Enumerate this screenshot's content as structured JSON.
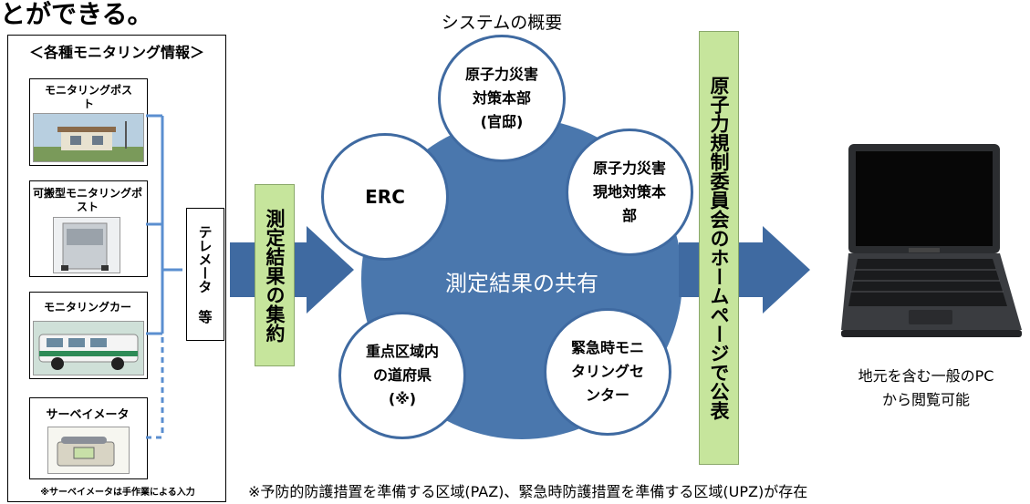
{
  "header_fragment": "とができる。",
  "left_panel": {
    "title": "＜各種モニタリング情報＞",
    "items": [
      {
        "label": "モニタリングポスト"
      },
      {
        "label": "可搬型モニタリングポスト"
      },
      {
        "label": "モニタリングカー"
      },
      {
        "label": "サーベイメータ"
      }
    ],
    "footnote": "※サーベイメータは手作業による入力"
  },
  "telemeter_label": "テレメータ 等",
  "aggregate_label": "測定結果の集約",
  "system_title": "システムの概要",
  "hub_label": "測定結果の共有",
  "circles": [
    {
      "label": "原子力災害対策本部(官邸)"
    },
    {
      "label": "ERC"
    },
    {
      "label": "原子力災害現地対策本部"
    },
    {
      "label": "重点区域内の道府県(※)"
    },
    {
      "label": "緊急時モニタリングセンター"
    }
  ],
  "publish_label": "原子力規制委員会のホームページで公表",
  "pc_caption": "地元を含む一般のPCから閲覧可能",
  "bottom_note": "※予防的防護措置を準備する区域(PAZ)、緊急時防護措置を準備する区域(UPZ)が存在",
  "colors": {
    "blue": "#3f6aa1",
    "hub": "#4a77ad",
    "green": "#c6e59c",
    "line": "#5b8fd0"
  }
}
